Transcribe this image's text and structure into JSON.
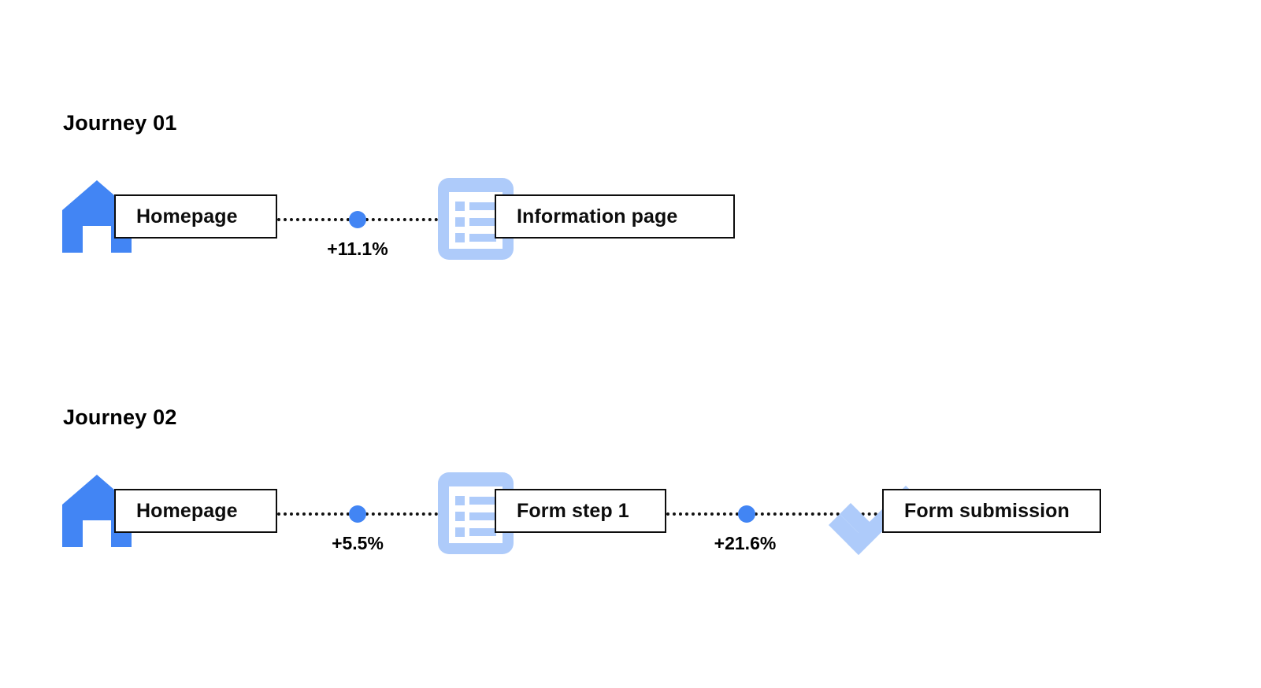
{
  "colors": {
    "primary_blue": "#4285F4",
    "light_blue": "#AECBFA",
    "line_black": "#111111",
    "box_border": "#0D0D0D",
    "background": "#FFFFFF"
  },
  "journeys": [
    {
      "title": "Journey 01",
      "nodes": [
        {
          "label": "Homepage",
          "icon": "house-icon"
        },
        {
          "label": "Information page",
          "icon": "list-document-icon"
        }
      ],
      "connectors": [
        {
          "delta": "+11.1%"
        }
      ]
    },
    {
      "title": "Journey 02",
      "nodes": [
        {
          "label": "Homepage",
          "icon": "house-icon"
        },
        {
          "label": "Form step 1",
          "icon": "list-document-icon"
        },
        {
          "label": "Form submission",
          "icon": "checkmark-icon"
        }
      ],
      "connectors": [
        {
          "delta": "+5.5%"
        },
        {
          "delta": "+21.6%"
        }
      ]
    }
  ]
}
